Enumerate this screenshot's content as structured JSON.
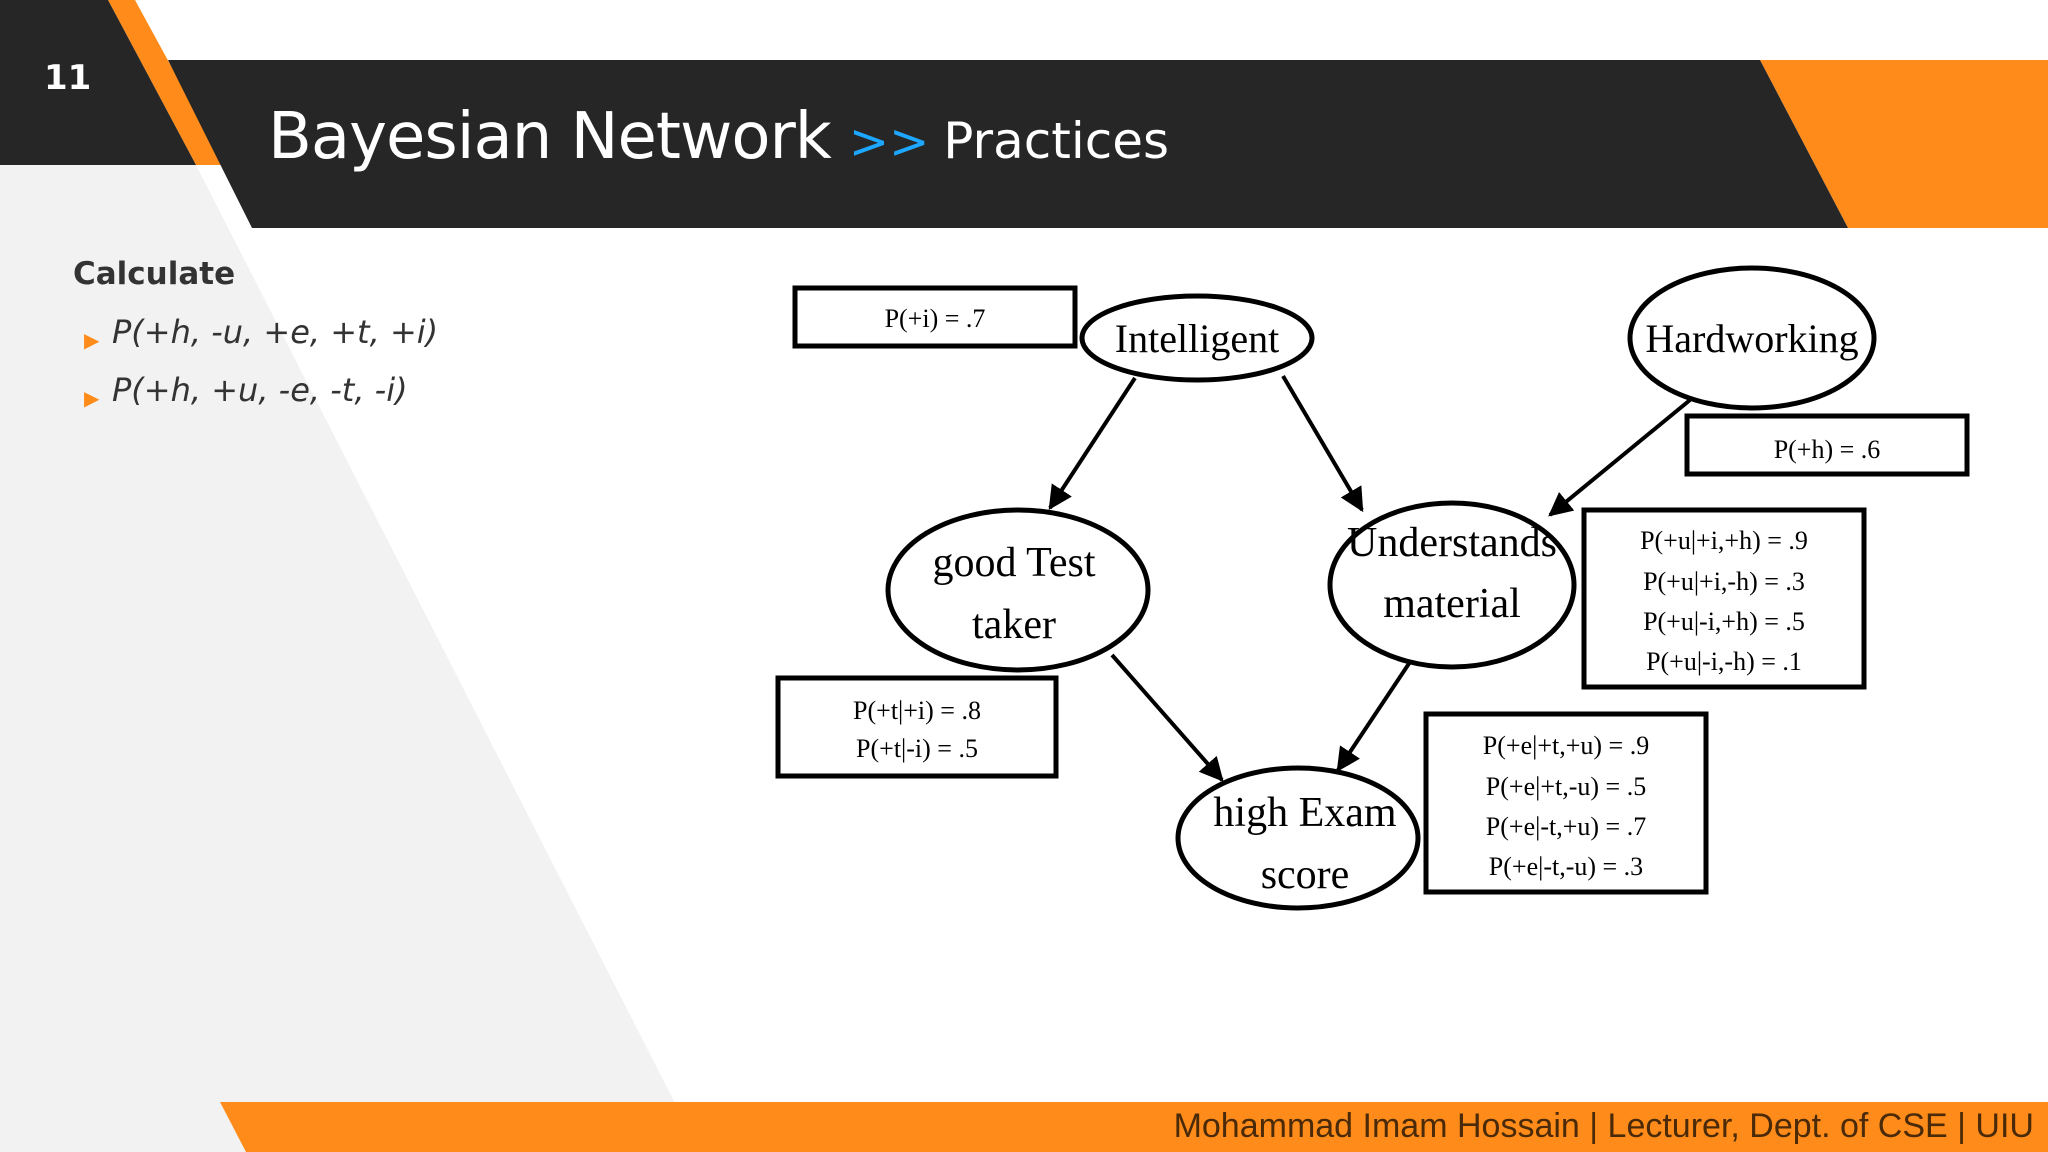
{
  "slide": {
    "number": "11"
  },
  "header": {
    "title": "Bayesian Network",
    "separator": ">>",
    "subtitle": "Practices"
  },
  "content": {
    "heading": "Calculate",
    "bullets": [
      "P(+h, -u, +e, +t, +i)",
      "P(+h, +u, -e, -t, -i)"
    ]
  },
  "diagram": {
    "nodes": {
      "intelligent": [
        "Intelligent"
      ],
      "hardworking": [
        "Hardworking"
      ],
      "good_test_taker": [
        "good Test",
        "taker"
      ],
      "understands_material": [
        "Understands",
        "material"
      ],
      "high_exam_score": [
        "high Exam",
        "score"
      ]
    },
    "tables": {
      "p_i": [
        "P(+i) = .7"
      ],
      "p_h": [
        "P(+h) = .6"
      ],
      "p_t": [
        "P(+t|+i) = .8",
        "P(+t|-i) = .5"
      ],
      "p_u": [
        "P(+u|+i,+h) = .9",
        "P(+u|+i,-h) = .3",
        "P(+u|-i,+h) = .5",
        "P(+u|-i,-h) = .1"
      ],
      "p_e": [
        "P(+e|+t,+u) = .9",
        "P(+e|+t,-u) = .5",
        "P(+e|-t,+u) = .7",
        "P(+e|-t,-u) = .3"
      ]
    }
  },
  "footer": {
    "text": "Mohammad Imam Hossain | Lecturer, Dept. of CSE | UIU"
  },
  "colors": {
    "accent_orange": "#ff8c1a",
    "header_dark": "#262626",
    "separator_blue": "#1ea7ff",
    "panel_gray": "#f2f2f2"
  }
}
